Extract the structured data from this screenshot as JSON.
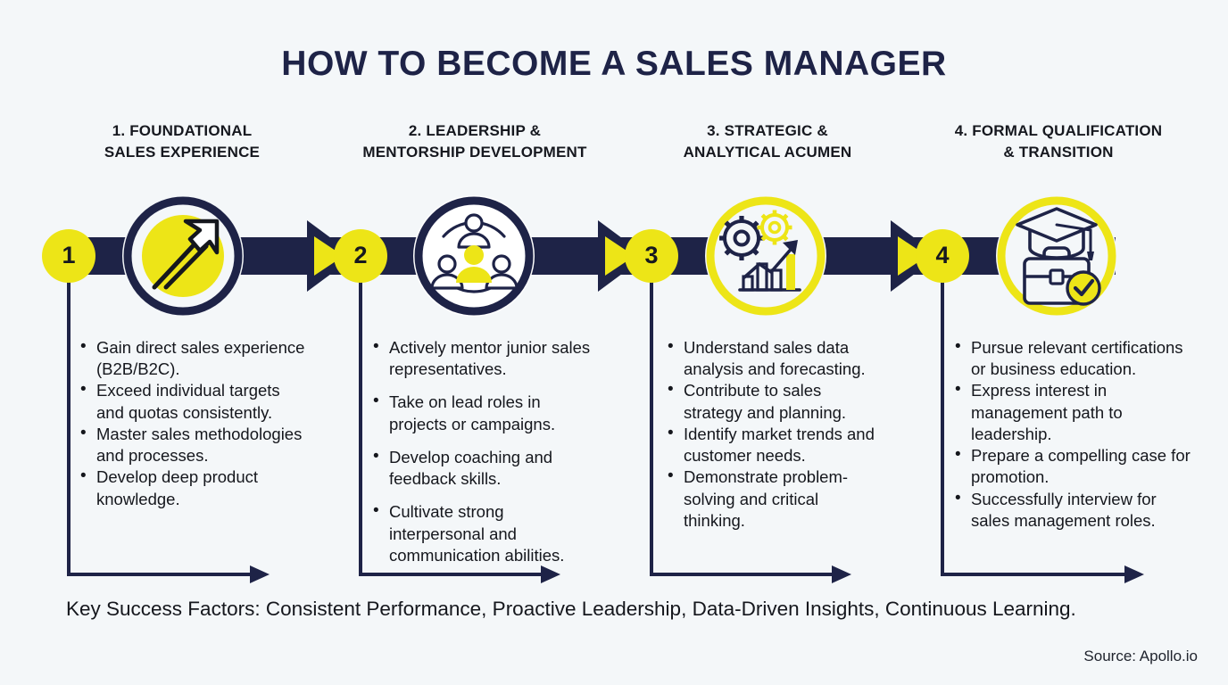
{
  "page": {
    "title": "HOW TO BECOME A SALES MANAGER",
    "background_color": "#f4f7f9",
    "navy": "#1e2347",
    "yellow": "#ede517"
  },
  "steps": [
    {
      "number": "1",
      "heading_line1": "1. FOUNDATIONAL",
      "heading_line2": "SALES EXPERIENCE",
      "icon": "growth-arrow-icon",
      "ring_color": "#1e2347",
      "ring_fill": "#ede517",
      "bullets": [
        "Gain direct sales experience (B2B/B2C).",
        "Exceed individual targets and quotas consistently.",
        "Master sales methodologies and processes.",
        "Develop deep product knowledge."
      ]
    },
    {
      "number": "2",
      "heading_line1": "2. LEADERSHIP &",
      "heading_line2": "MENTORSHIP DEVELOPMENT",
      "icon": "mentorship-team-icon",
      "ring_color": "#1e2347",
      "ring_fill": "#ffffff",
      "bullets": [
        "Actively mentor junior sales representatives.",
        "Take on lead roles in projects or campaigns.",
        "Develop coaching and feedback skills.",
        "Cultivate strong interpersonal and communication abilities."
      ]
    },
    {
      "number": "3",
      "heading_line1": "3. STRATEGIC &",
      "heading_line2": "ANALYTICAL ACUMEN",
      "icon": "gears-and-chart-icon",
      "ring_color": "#ede517",
      "ring_fill": "#ffffff",
      "bullets": [
        "Understand sales data analysis and forecasting.",
        "Contribute to sales strategy and planning.",
        "Identify market trends and customer needs.",
        "Demonstrate problem-solving and critical thinking."
      ]
    },
    {
      "number": "4",
      "heading_line1": "4. FORMAL QUALIFICATION",
      "heading_line2": "& TRANSITION",
      "icon": "graduation-briefcase-icon",
      "ring_color": "#ede517",
      "ring_fill": "#ffffff",
      "bullets": [
        "Pursue relevant certifications or business education.",
        "Express interest in management path to leadership.",
        "Prepare a compelling case for promotion.",
        "Successfully interview for sales management roles."
      ]
    }
  ],
  "footer": {
    "key_success_factors": "Key Success Factors: Consistent Performance, Proactive Leadership, Data-Driven Insights, Continuous Learning.",
    "source": "Source: Apollo.io"
  }
}
